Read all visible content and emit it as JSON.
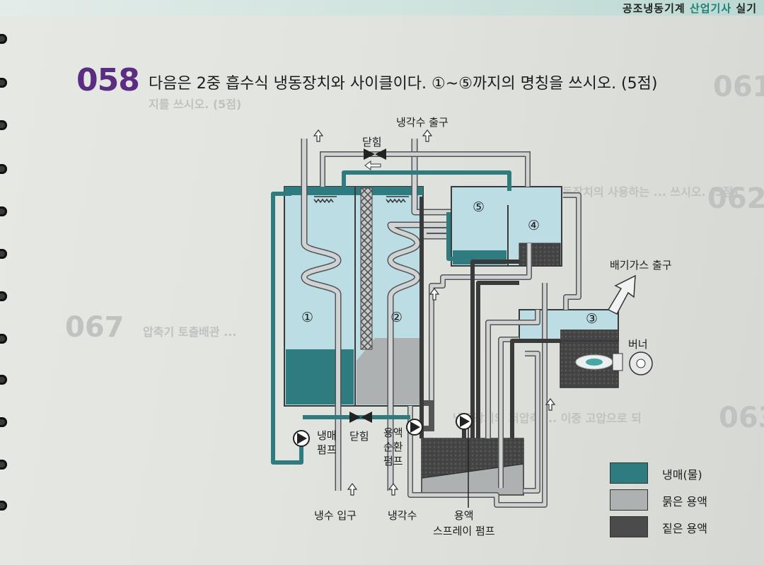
{
  "header": {
    "title_prefix": "공조냉동기계",
    "title_accent": "산업기사",
    "title_suffix": "실기"
  },
  "question": {
    "number": "058",
    "text": "다음은 2중 흡수식 냉동장치와 사이클이다. ①~⑤까지의 명칭을 쓰시오. (5점)"
  },
  "diagram": {
    "components": [
      "①",
      "②",
      "③",
      "④",
      "⑤"
    ],
    "labels": {
      "cooling_water_outlet": "냉각수 출구",
      "closed_top": "닫힘",
      "exhaust_outlet": "배기가스 출구",
      "burner": "버너",
      "refrigerant_pump": "냉매\n펌프",
      "closed_bottom": "닫힘",
      "solution_pump": "용액\n순환\n펌프",
      "chilled_water_inlet": "냉수 입구",
      "cooling_water": "냉각수",
      "spray_pump": "용액\n스프레이 펌프"
    },
    "legend": [
      {
        "label": "냉매(물)",
        "color": "#2e7c80"
      },
      {
        "label": "묽은 용액",
        "color": "#aeb1b2"
      },
      {
        "label": "짙은 용액",
        "color": "#4b4b4b"
      }
    ]
  },
  "background_ghost": {
    "numbers": [
      "061",
      "062",
      "067",
      "063"
    ],
    "line1": "지를 쓰시오. (5점)",
    "line2": "냉동장치의 사용하는 ... 쓰시오. (5점)",
    "line3": "압축기 토출배관 ...",
    "line4": "냉동장치의 저압측 ... 이중 고압으로 되"
  }
}
